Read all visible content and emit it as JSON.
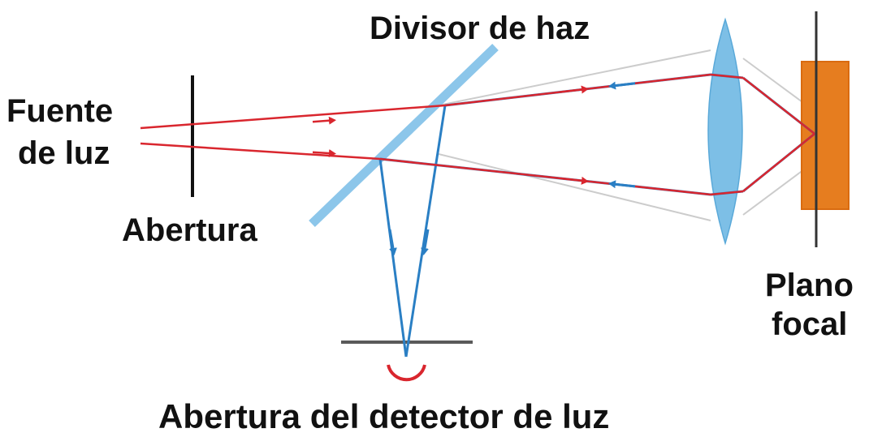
{
  "labels": {
    "beam_splitter": "Divisor de haz",
    "source_line1": "Fuente",
    "source_line2": "de luz",
    "aperture": "Abertura",
    "focal_line1": "Plano",
    "focal_line2": "focal",
    "detector_aperture": "Abertura del detector de luz"
  },
  "colors": {
    "illumination": "#d9262e",
    "reflected": "#2a7fc4",
    "lens": "#7dbfe6",
    "splitter": "#8cc6ea",
    "specimen": "#e67d1f",
    "aperture_stop": "#111111",
    "guide": "#c8c8c8",
    "detector_plate": "#5a5a5a"
  }
}
